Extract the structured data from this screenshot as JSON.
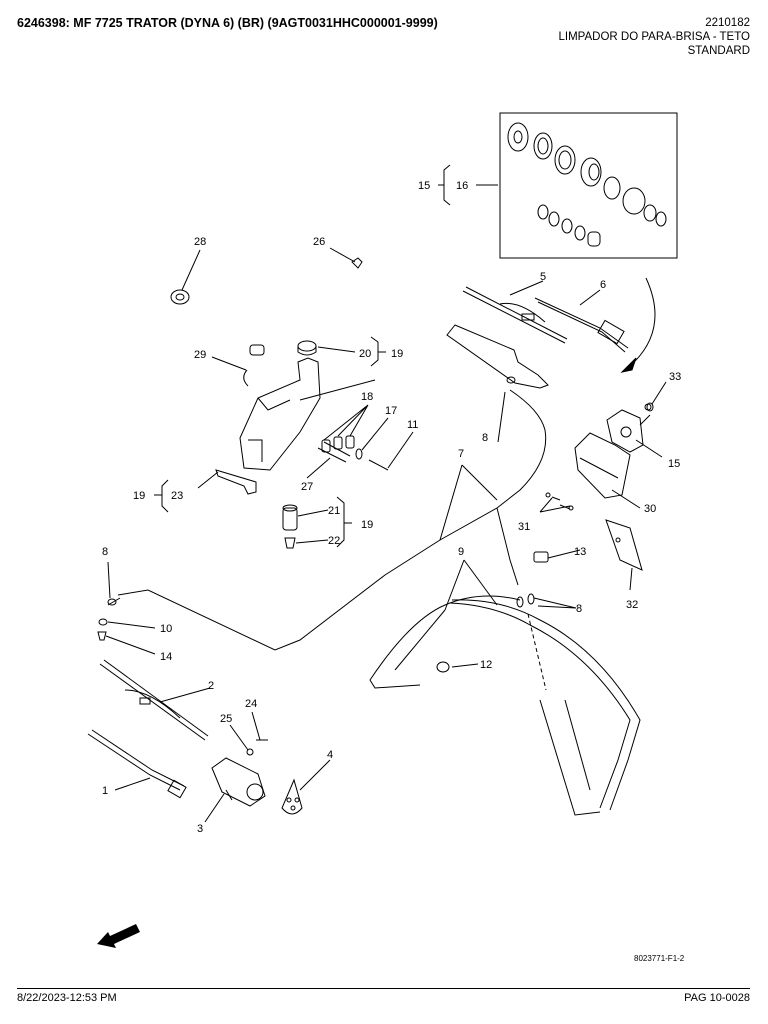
{
  "header": {
    "title": "6246398: MF 7725 TRATOR (DYNA 6) (BR) (9AGT0031HHC000001-9999)",
    "code": "2210182",
    "section": "LIMPADOR DO PARA-BRISA - TETO",
    "variant": "STANDARD"
  },
  "diagram": {
    "callouts": {
      "c1": "1",
      "c2": "2",
      "c3": "3",
      "c4": "4",
      "c5": "5",
      "c6": "6",
      "c7": "7",
      "c8a": "8",
      "c8b": "8",
      "c8c": "8",
      "c9": "9",
      "c10": "10",
      "c11": "11",
      "c12": "12",
      "c13": "13",
      "c14": "14",
      "c15a": "15",
      "c15b": "15",
      "c16": "16",
      "c17": "17",
      "c18": "18",
      "c19a": "19",
      "c19b": "19",
      "c19c": "19",
      "c20": "20",
      "c21": "21",
      "c22": "22",
      "c23": "23",
      "c24": "24",
      "c25": "25",
      "c26": "26",
      "c27": "27",
      "c28": "28",
      "c29": "29",
      "c30": "30",
      "c31": "31",
      "c32": "32",
      "c33": "33"
    },
    "reference": "8023771-F1-2"
  },
  "footer": {
    "timestamp": "8/22/2023-12:53 PM",
    "page": "PAG 10-0028"
  }
}
